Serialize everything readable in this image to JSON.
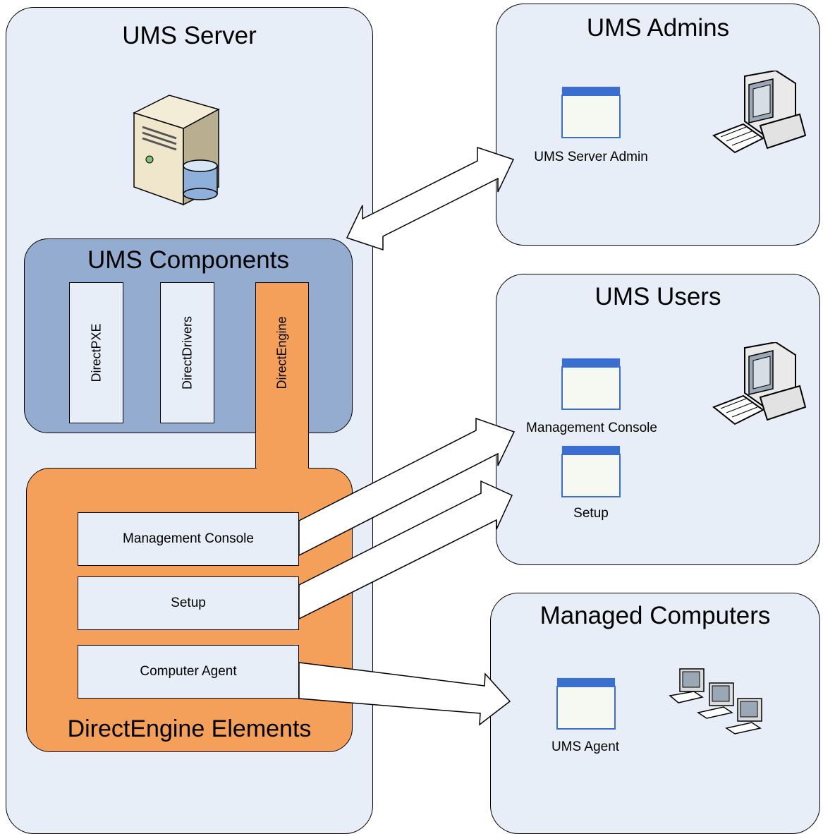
{
  "ums_server": {
    "title": "UMS Server",
    "components": {
      "title": "UMS Components",
      "items": [
        "DirectPXE",
        "DirectDrivers",
        "DirectEngine"
      ]
    },
    "elements": {
      "title": "DirectEngine Elements",
      "items": [
        "Management Console",
        "Setup",
        "Computer Agent"
      ]
    }
  },
  "ums_admins": {
    "title": "UMS Admins",
    "app_label": "UMS Server Admin"
  },
  "ums_users": {
    "title": "UMS Users",
    "app_labels": [
      "Management Console",
      "Setup"
    ]
  },
  "managed_computers": {
    "title": "Managed Computers",
    "app_label": "UMS Agent"
  },
  "colors": {
    "panel_fill": "#e8eef7",
    "components_fill": "#94acd0",
    "engine_fill": "#f4a05a"
  }
}
